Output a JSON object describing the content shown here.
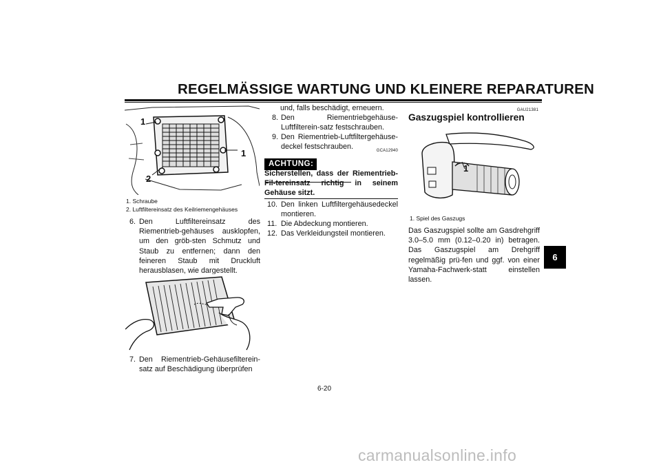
{
  "header": {
    "title": "REGELMÄSSIGE WARTUNG UND KLEINERE REPARATUREN"
  },
  "figure1": {
    "callouts": [
      "1",
      "1",
      "2"
    ],
    "captions": [
      "1. Schraube",
      "2. Luftfiltereinsatz des Keilriemengehäuses"
    ]
  },
  "steps_left": [
    {
      "num": "6.",
      "text": "Den Luftfiltereinsatz des Riementrieb-gehäuses ausklopfen, um den gröb-sten Schmutz und Staub zu entfernen; dann den feineren Staub mit Druckluft herausblasen, wie dargestellt."
    },
    {
      "num": "7.",
      "text": "Den Riementrieb-Gehäusefilterein-satz auf Beschädigung überprüfen"
    }
  ],
  "middle": {
    "continuation": "und, falls beschädigt, erneuern.",
    "steps_a": [
      {
        "num": "8.",
        "text": "Den Riementriebgehäuse-Luftfilterein-satz festschrauben."
      },
      {
        "num": "9.",
        "text": "Den Riementrieb-Luftfiltergehäuse-deckel festschrauben."
      }
    ],
    "code": "GCA12940",
    "warning_label": "ACHTUNG:",
    "warning_text": "Sicherstellen, dass der Riementrieb-Fil-tereinsatz richtig in seinem Gehäuse sitzt.",
    "steps_b": [
      {
        "num": "10.",
        "text": "Den linken Luftfiltergehäusedeckel montieren."
      },
      {
        "num": "11.",
        "text": "Die Abdeckung montieren."
      },
      {
        "num": "12.",
        "text": "Das Verkleidungsteil montieren."
      }
    ]
  },
  "right": {
    "code": "GAU21381",
    "section_title": "Gaszugspiel kontrollieren",
    "figure_callout": "1",
    "figure_caption": "1. Spiel des Gaszugs",
    "paragraph": "Das Gaszugspiel sollte am Gasdrehgriff 3.0–5.0 mm (0.12–0.20 in) betragen. Das Gaszugspiel am Drehgriff regelmäßig prü-fen und ggf. von einer Yamaha-Fachwerk-statt einstellen lassen."
  },
  "chapter_tab": "6",
  "page_number": "6-20",
  "watermark": "carmanualsonline.info"
}
